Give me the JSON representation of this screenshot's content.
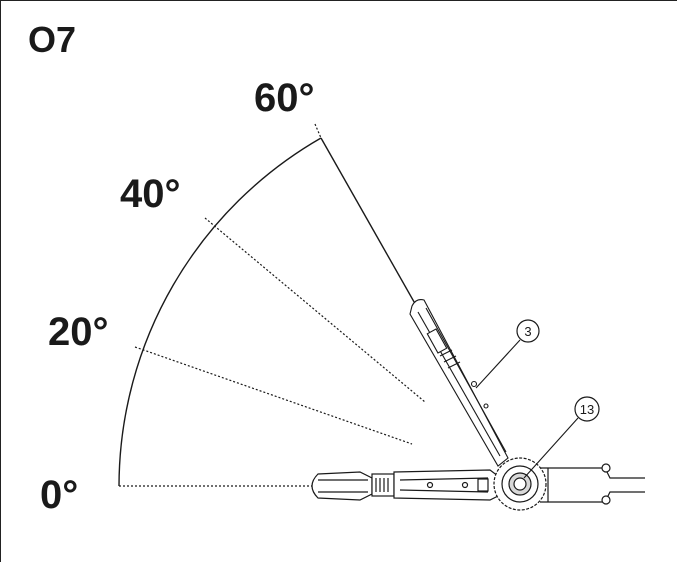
{
  "figure": {
    "id_label": "O7"
  },
  "angle_labels": [
    {
      "key": "a0",
      "text": "0°",
      "angle": 0
    },
    {
      "key": "a20",
      "text": "20°",
      "angle": 20
    },
    {
      "key": "a40",
      "text": "40°",
      "angle": 40
    },
    {
      "key": "a60",
      "text": "60°",
      "angle": 60
    }
  ],
  "callouts": [
    {
      "key": "c3",
      "text": "3"
    },
    {
      "key": "c13",
      "text": "13"
    }
  ],
  "colors": {
    "ink": "#1a1a1a",
    "background": "#ffffff"
  }
}
